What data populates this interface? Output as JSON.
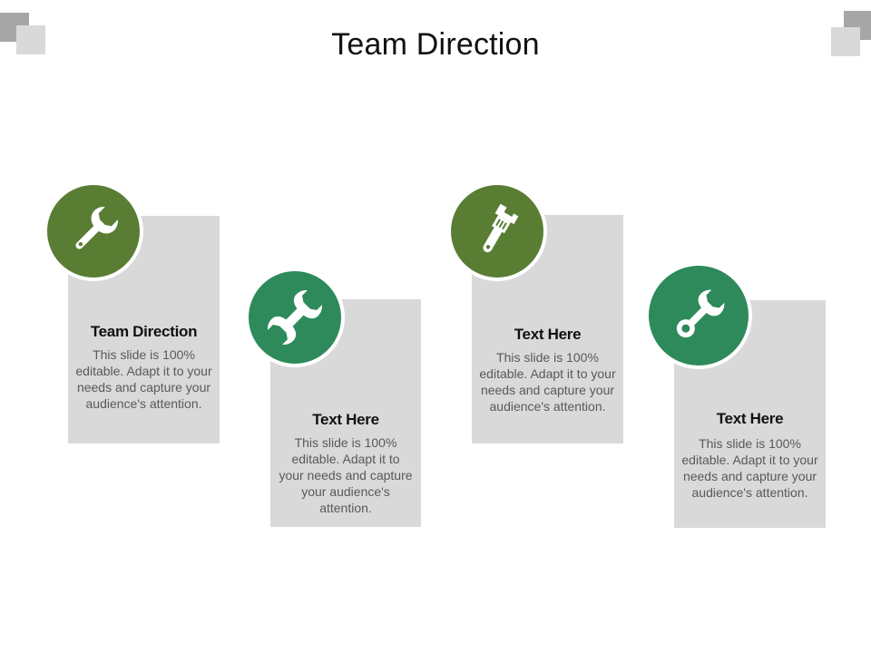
{
  "slide": {
    "title": "Team Direction"
  },
  "colors": {
    "olive_green": "#5a7d34",
    "teal_green": "#2e8a5b",
    "card_gray": "#d9d9d9",
    "body_text": "#595959"
  },
  "cards": [
    {
      "heading": "Team Direction",
      "body": "This slide is 100% editable. Adapt it to your needs and capture your audience's attention.",
      "icon": "wrench-icon"
    },
    {
      "heading": "Text Here",
      "body": "This slide is 100% editable. Adapt it to your needs and capture your audience's attention.",
      "icon": "double-wrench-icon"
    },
    {
      "heading": "Text Here",
      "body": "This slide is 100% editable. Adapt it to your needs and capture your audience's attention.",
      "icon": "adjustable-wrench-icon"
    },
    {
      "heading": "Text Here",
      "body": "This slide is 100% editable. Adapt it to your needs and capture your audience's attention.",
      "icon": "ring-wrench-icon"
    }
  ]
}
